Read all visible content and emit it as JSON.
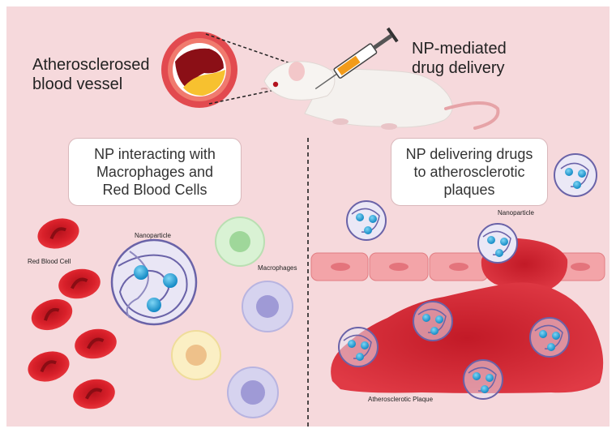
{
  "top": {
    "vessel_label_line1": "Atherosclerosed",
    "vessel_label_line2": "blood vessel",
    "delivery_label_line1": "NP-mediated",
    "delivery_label_line2": "drug delivery"
  },
  "left_panel": {
    "bubble_line1": "NP interacting with",
    "bubble_line2": "Macrophages and",
    "bubble_line3": "Red Blood Cells",
    "nanoparticle_label": "Nanoparticle",
    "rbc_label": "Red Blood Cell",
    "macrophages_label": "Macrophages"
  },
  "right_panel": {
    "bubble_line1": "NP delivering drugs",
    "bubble_line2": "to atherosclerotic",
    "bubble_line3": "plaques",
    "nanoparticle_label": "Nanoparticle",
    "plaque_label": "Atherosclerotic Plaque"
  },
  "colors": {
    "background": "#f6d9dc",
    "rbc": "#d9202a",
    "plaque": "#d11f2c",
    "np_bead": "#1fa7d9",
    "np_coil": "#6a63a8"
  }
}
